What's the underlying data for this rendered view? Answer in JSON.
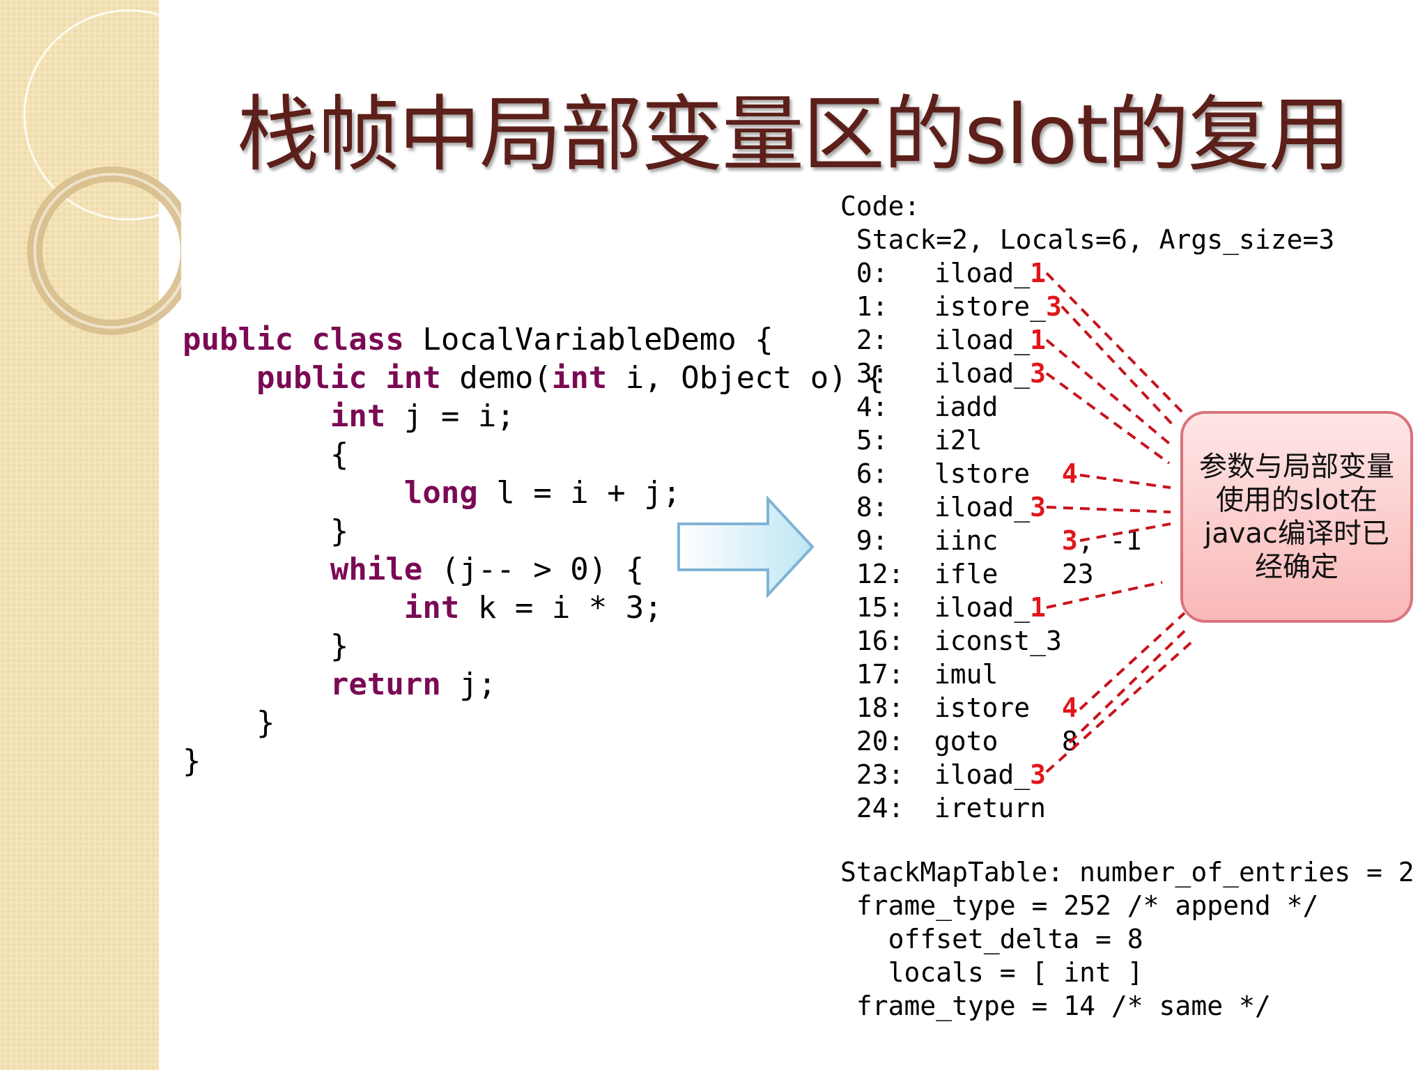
{
  "slide": {
    "title": "栈帧中局部变量区的slot的复用"
  },
  "java_code": {
    "lines": [
      [
        {
          "t": "public class",
          "k": true
        },
        {
          "t": " LocalVariableDemo {",
          "k": false
        }
      ],
      [
        {
          "t": "    ",
          "k": false
        },
        {
          "t": "public int",
          "k": true
        },
        {
          "t": " demo(",
          "k": false
        },
        {
          "t": "int",
          "k": true
        },
        {
          "t": " i, Object o) {",
          "k": false
        }
      ],
      [
        {
          "t": "        ",
          "k": false
        },
        {
          "t": "int",
          "k": true
        },
        {
          "t": " j = i;",
          "k": false
        }
      ],
      [
        {
          "t": "        {",
          "k": false
        }
      ],
      [
        {
          "t": "            ",
          "k": false
        },
        {
          "t": "long",
          "k": true
        },
        {
          "t": " l = i + j;",
          "k": false
        }
      ],
      [
        {
          "t": "        }",
          "k": false
        }
      ],
      [
        {
          "t": "        ",
          "k": false
        },
        {
          "t": "while",
          "k": true
        },
        {
          "t": " (j-- > 0) {",
          "k": false
        }
      ],
      [
        {
          "t": "            ",
          "k": false
        },
        {
          "t": "int",
          "k": true
        },
        {
          "t": " k = i * 3;",
          "k": false
        }
      ],
      [
        {
          "t": "        }",
          "k": false
        }
      ],
      [
        {
          "t": "        ",
          "k": false
        },
        {
          "t": "return",
          "k": true
        },
        {
          "t": " j;",
          "k": false
        }
      ],
      [
        {
          "t": "    }",
          "k": false
        }
      ],
      [
        {
          "t": "}",
          "k": false
        }
      ]
    ]
  },
  "bytecode": {
    "header": "Code:",
    "stack_info": "Stack=2, Locals=6, Args_size=3",
    "instructions": [
      {
        "pc": "0:",
        "op": "iload_",
        "slot": "1",
        "rest": ""
      },
      {
        "pc": "1:",
        "op": "istore_",
        "slot": "3",
        "rest": ""
      },
      {
        "pc": "2:",
        "op": "iload_",
        "slot": "1",
        "rest": ""
      },
      {
        "pc": "3:",
        "op": "iload_",
        "slot": "3",
        "rest": ""
      },
      {
        "pc": "4:",
        "op": "iadd",
        "slot": "",
        "rest": ""
      },
      {
        "pc": "5:",
        "op": "i2l",
        "slot": "",
        "rest": ""
      },
      {
        "pc": "6:",
        "op": "lstore  ",
        "slot": "4",
        "rest": ""
      },
      {
        "pc": "8:",
        "op": "iload_",
        "slot": "3",
        "rest": ""
      },
      {
        "pc": "9:",
        "op": "iinc    ",
        "slot": "3",
        "rest": ", -1"
      },
      {
        "pc": "12:",
        "op": "ifle    ",
        "slot": "",
        "rest": "23"
      },
      {
        "pc": "15:",
        "op": "iload_",
        "slot": "1",
        "rest": ""
      },
      {
        "pc": "16:",
        "op": "iconst_3",
        "slot": "",
        "rest": ""
      },
      {
        "pc": "17:",
        "op": "imul",
        "slot": "",
        "rest": ""
      },
      {
        "pc": "18:",
        "op": "istore  ",
        "slot": "4",
        "rest": ""
      },
      {
        "pc": "20:",
        "op": "goto    ",
        "slot": "",
        "rest": "8"
      },
      {
        "pc": "23:",
        "op": "iload_",
        "slot": "3",
        "rest": ""
      },
      {
        "pc": "24:",
        "op": "ireturn",
        "slot": "",
        "rest": ""
      }
    ]
  },
  "stack_map_table": {
    "lines": [
      "StackMapTable: number_of_entries = 2",
      " frame_type = 252 /* append */",
      "   offset_delta = 8",
      "   locals = [ int ]",
      " frame_type = 14 /* same */"
    ]
  },
  "callout": {
    "text": "参数与局部变量使用的slot在javac编译时已经确定"
  },
  "colors": {
    "title": "#5c1f19",
    "keyword": "#7a0a54",
    "slot_highlight": "#e0161b",
    "dashed_lines": "#c8141b",
    "callout_border": "#d9737b",
    "callout_fill": "#f9b8b8",
    "arrow_fill": "#bfe6f4",
    "arrow_stroke": "#7fb3d5"
  }
}
